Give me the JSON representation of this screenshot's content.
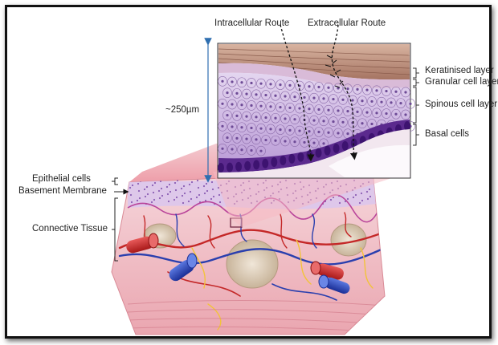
{
  "figure": {
    "routes": {
      "intracellular": "Intracellular Route",
      "extracellular": "Extracellular Route"
    },
    "thickness_label": "~250µm",
    "epithelium_layers": [
      "Keratinised layer",
      "Granular cell layer",
      "Spinous cell layer",
      "Basal cells"
    ],
    "tissue_labels": [
      "Epithelial cells",
      "Basement Membrane",
      "Connective Tissue"
    ]
  },
  "colors": {
    "frame": "#111111",
    "arrow_blue": "#2f6fb0",
    "basal_purple": "#6a3a9e",
    "spinous_lilac": "#c7b0dd",
    "keratin": "#b98a6c",
    "tissue_pink": "#f3c1c8",
    "artery_red": "#cc2a2a",
    "vein_blue": "#2a3fae",
    "nerve_yellow": "#f2c33a"
  }
}
